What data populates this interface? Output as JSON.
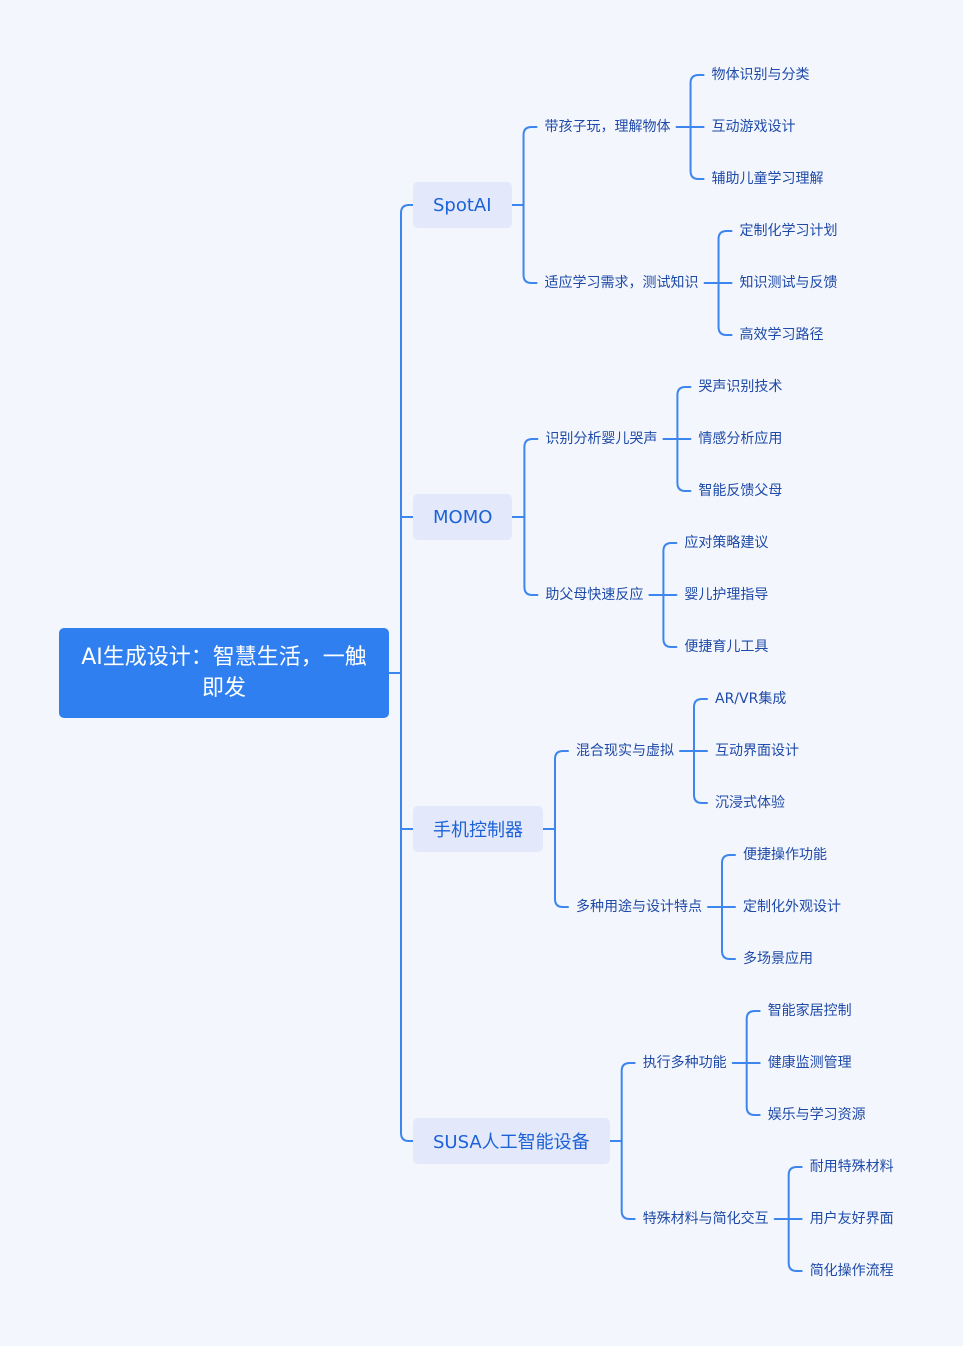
{
  "colors": {
    "background": "#f4f6fd",
    "root_fill": "#2f7ff0",
    "branch_fill": "#e3e9fb",
    "branch_text": "#1c62d6",
    "leaf_text": "#1e4aa8",
    "connector": "#3c86ee"
  },
  "mindmap": {
    "root": "AI生成设计：智慧生活，一触即发",
    "branches": [
      {
        "label": "SpotAI",
        "topics": [
          {
            "label": "带孩子玩，理解物体",
            "items": [
              "物体识别与分类",
              "互动游戏设计",
              "辅助儿童学习理解"
            ]
          },
          {
            "label": "适应学习需求，测试知识",
            "items": [
              "定制化学习计划",
              "知识测试与反馈",
              "高效学习路径"
            ]
          }
        ]
      },
      {
        "label": "MOMO",
        "topics": [
          {
            "label": "识别分析婴儿哭声",
            "items": [
              "哭声识别技术",
              "情感分析应用",
              "智能反馈父母"
            ]
          },
          {
            "label": "助父母快速反应",
            "items": [
              "应对策略建议",
              "婴儿护理指导",
              "便捷育儿工具"
            ]
          }
        ]
      },
      {
        "label": "手机控制器",
        "topics": [
          {
            "label": "混合现实与虚拟",
            "items": [
              "AR/VR集成",
              "互动界面设计",
              "沉浸式体验"
            ]
          },
          {
            "label": "多种用途与设计特点",
            "items": [
              "便捷操作功能",
              "定制化外观设计",
              "多场景应用"
            ]
          }
        ]
      },
      {
        "label": "SUSA人工智能设备",
        "topics": [
          {
            "label": "执行多种功能",
            "items": [
              "智能家居控制",
              "健康监测管理",
              "娱乐与学习资源"
            ]
          },
          {
            "label": "特殊材料与简化交互",
            "items": [
              "耐用特殊材料",
              "用户友好界面",
              "简化操作流程"
            ]
          }
        ]
      }
    ]
  }
}
